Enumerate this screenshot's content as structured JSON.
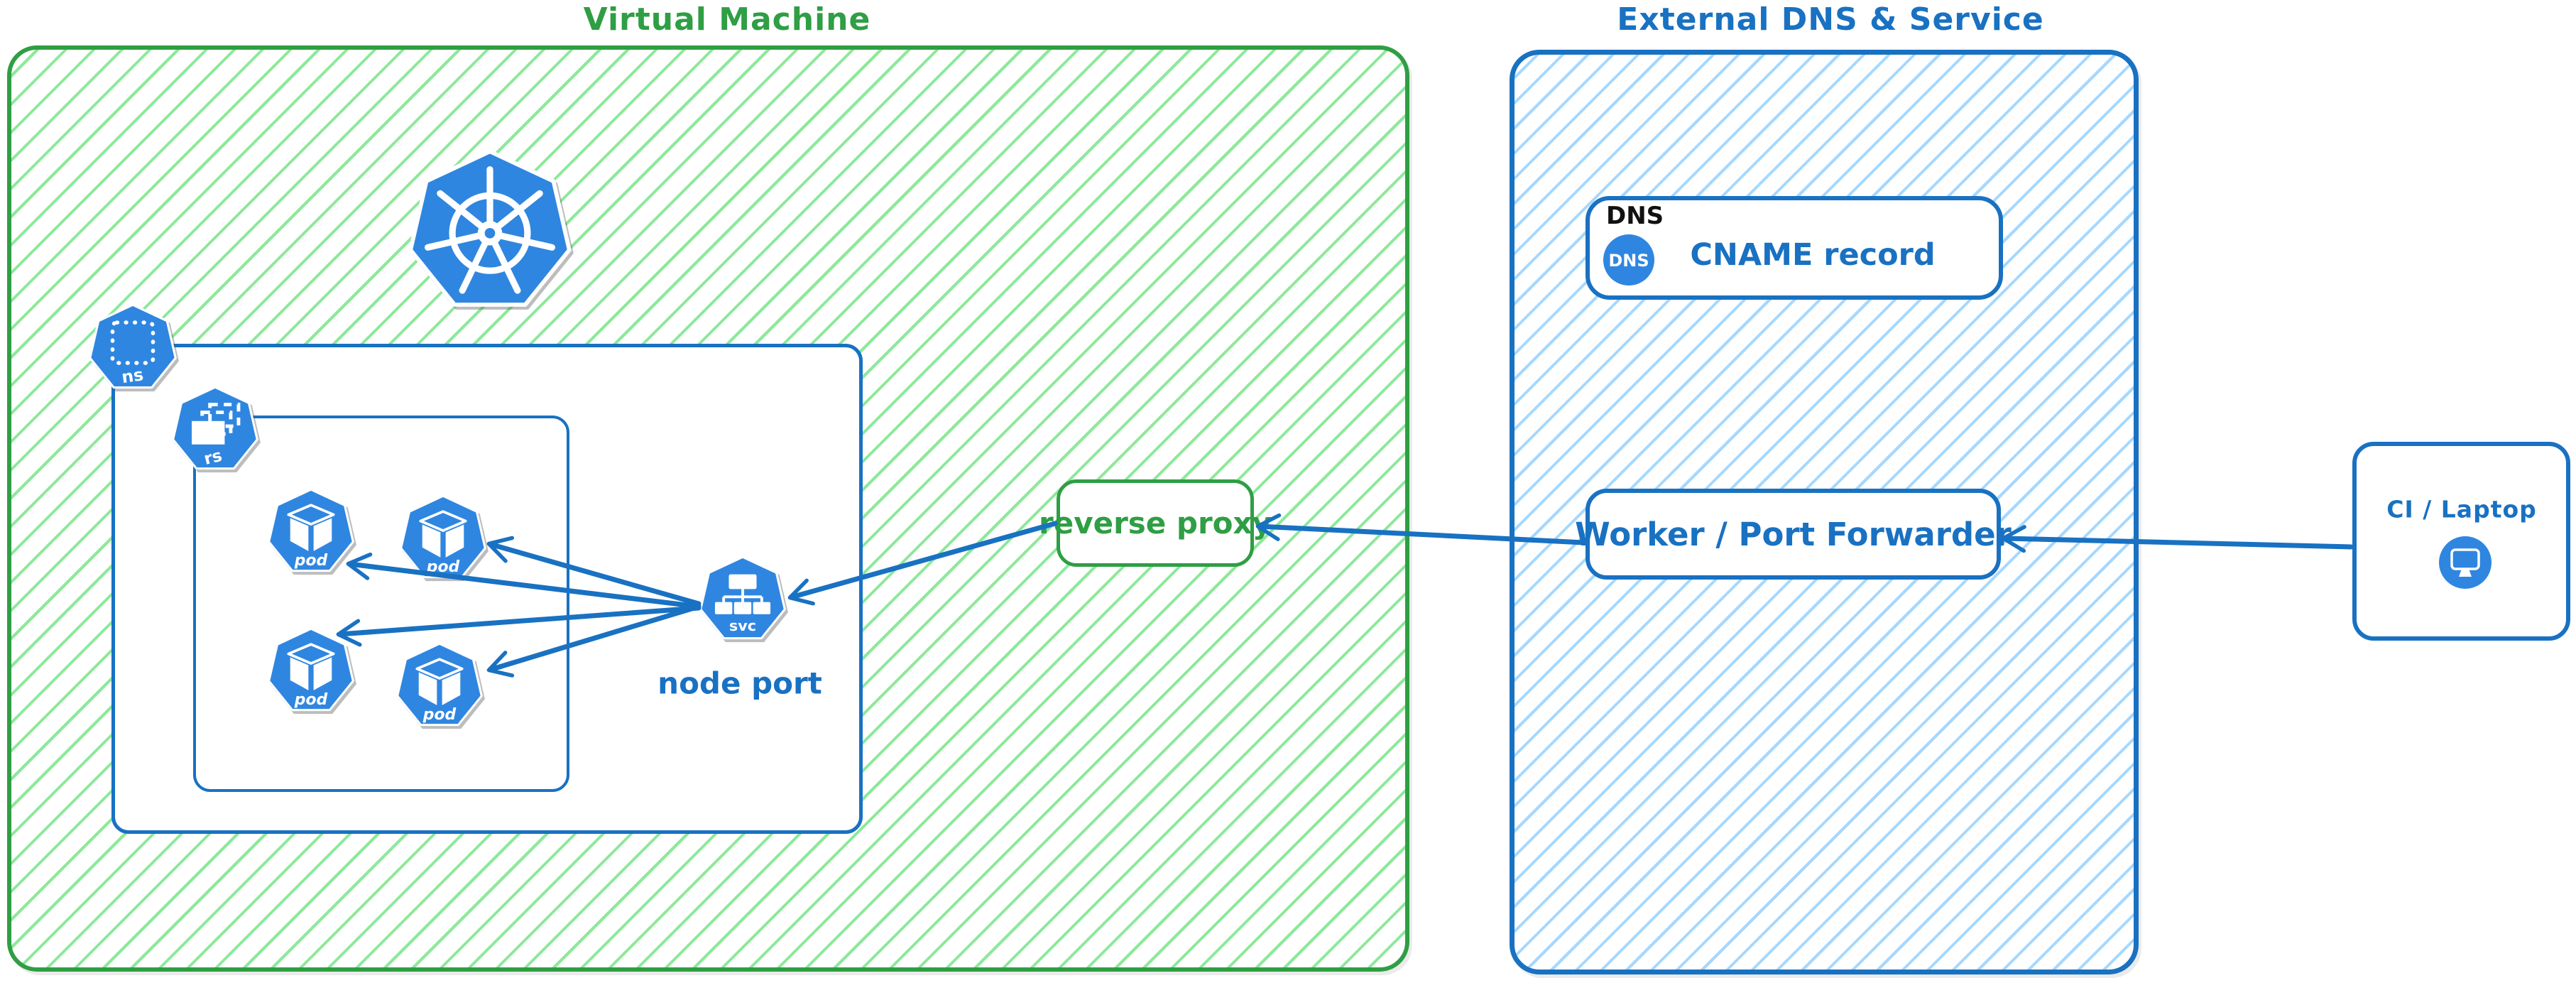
{
  "colors": {
    "green": "#2f9e44",
    "green_hatch": "#8ce99a",
    "blue": "#1971c2",
    "blue_hatch": "#a5d8ff",
    "icon_blue": "#2f86e0",
    "ink_black": "#111111",
    "canvas_bg": "#ffffff"
  },
  "vm_region": {
    "title": "Virtual Machine",
    "namespace_badge": "ns",
    "replicaset_badge": "rs",
    "pods": [
      {
        "label": "pod"
      },
      {
        "label": "pod"
      },
      {
        "label": "pod"
      },
      {
        "label": "pod"
      }
    ],
    "service_badge": "svc",
    "service_label": "node port",
    "reverse_proxy_label": "reverse proxy"
  },
  "external_region": {
    "title": "External DNS & Service",
    "dns_card": {
      "tag": "DNS",
      "badge": "DNS",
      "label": "CNAME record"
    },
    "worker_label": "Worker / Port Forwarder"
  },
  "client_card": {
    "label": "CI / Laptop"
  }
}
